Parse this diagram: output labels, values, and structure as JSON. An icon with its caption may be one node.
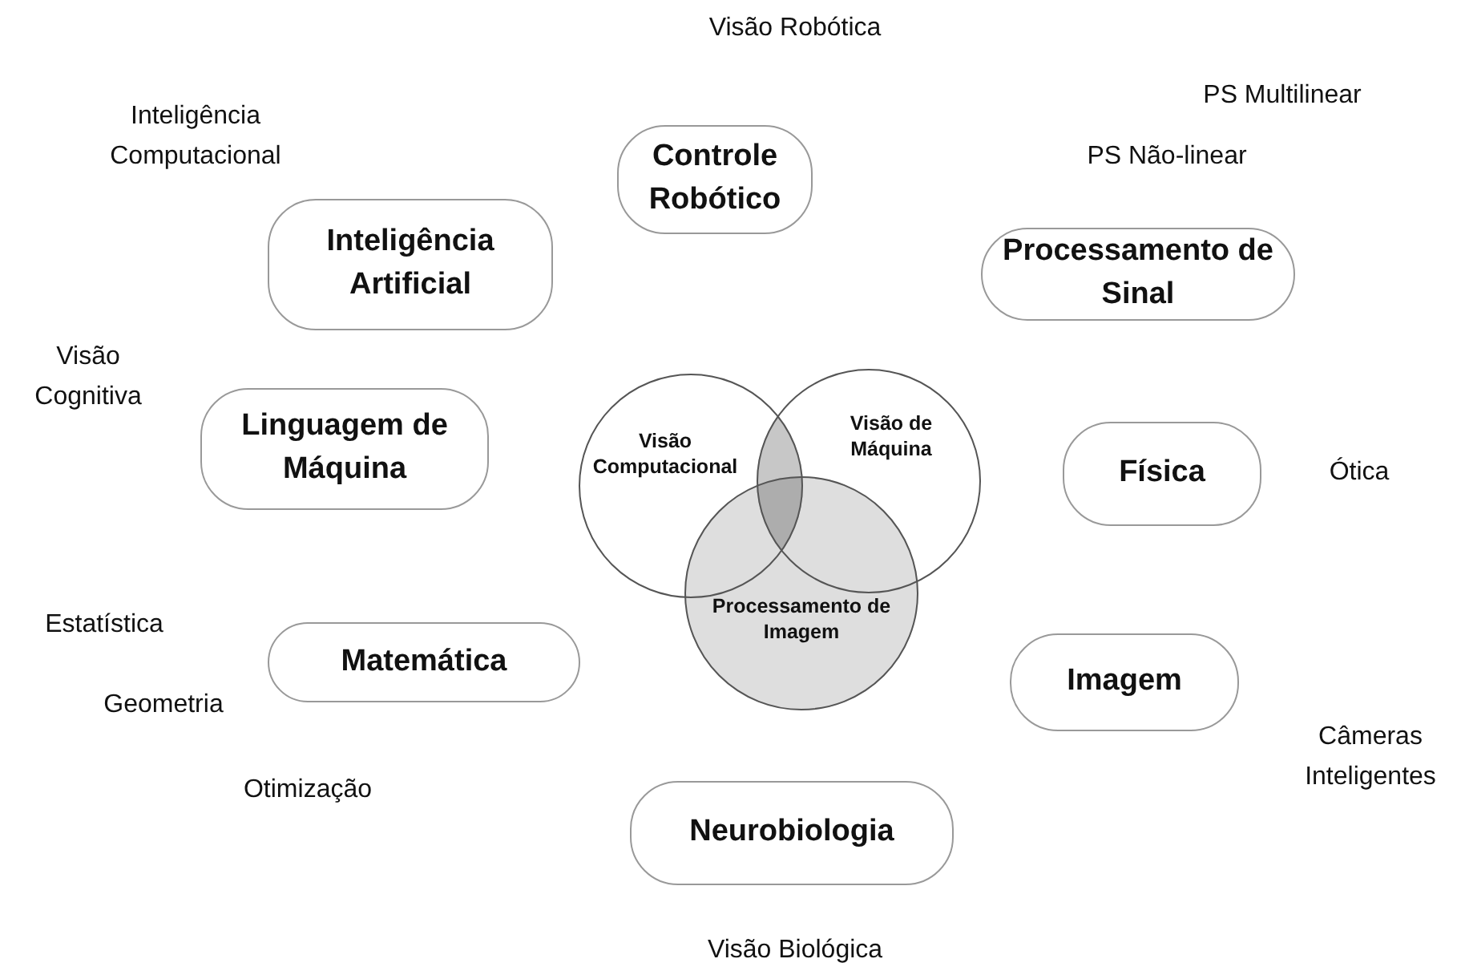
{
  "diagram": {
    "nodes": [
      {
        "text": [
          "Controle Robótico"
        ]
      },
      {
        "text": [
          "Inteligência Artificial"
        ]
      },
      {
        "text": [
          "Processamento de Sinal"
        ]
      },
      {
        "text": [
          "Linguagem de Máquina"
        ]
      },
      {
        "text": [
          "Visão Computacional"
        ]
      },
      {
        "text": [
          "Visão de Máquina"
        ]
      },
      {
        "text": [
          "Física"
        ]
      },
      {
        "text": [
          "Matemática"
        ]
      },
      {
        "text": [
          "Processamento de Imagem"
        ]
      },
      {
        "text": [
          "Imagem"
        ]
      },
      {
        "text": [
          "Neurobiologia"
        ]
      }
    ],
    "labels": [
      "Visão Robótica",
      "PS Multilinear",
      "Inteligência Computacional",
      "PS Não-linear",
      "Visão Cognitiva",
      "Ótica",
      "Estatística",
      "Geometria",
      "Câmeras Inteligentes",
      "Otimização",
      "Visão Biológica"
    ]
  }
}
